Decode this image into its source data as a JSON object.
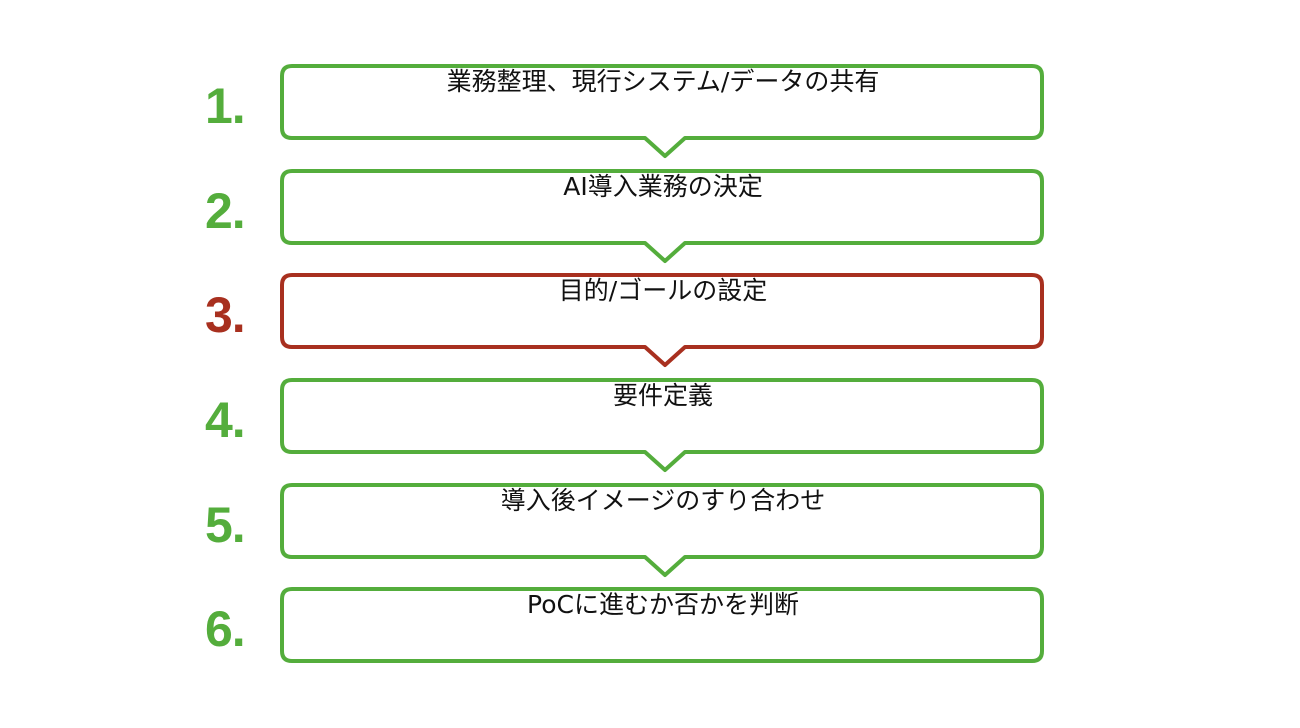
{
  "colors": {
    "normal": "#54ad3c",
    "highlight": "#a8301f"
  },
  "steps": [
    {
      "number": "1.",
      "label": "業務整理、現行システム/データの共有",
      "highlight": false
    },
    {
      "number": "2.",
      "label": "AI導入業務の決定",
      "highlight": false
    },
    {
      "number": "3.",
      "label": "目的/ゴールの設定",
      "highlight": true
    },
    {
      "number": "4.",
      "label": "要件定義",
      "highlight": false
    },
    {
      "number": "5.",
      "label": "導入後イメージのすり合わせ",
      "highlight": false
    },
    {
      "number": "6.",
      "label": "PoCに進むか否かを判断",
      "highlight": false
    }
  ]
}
